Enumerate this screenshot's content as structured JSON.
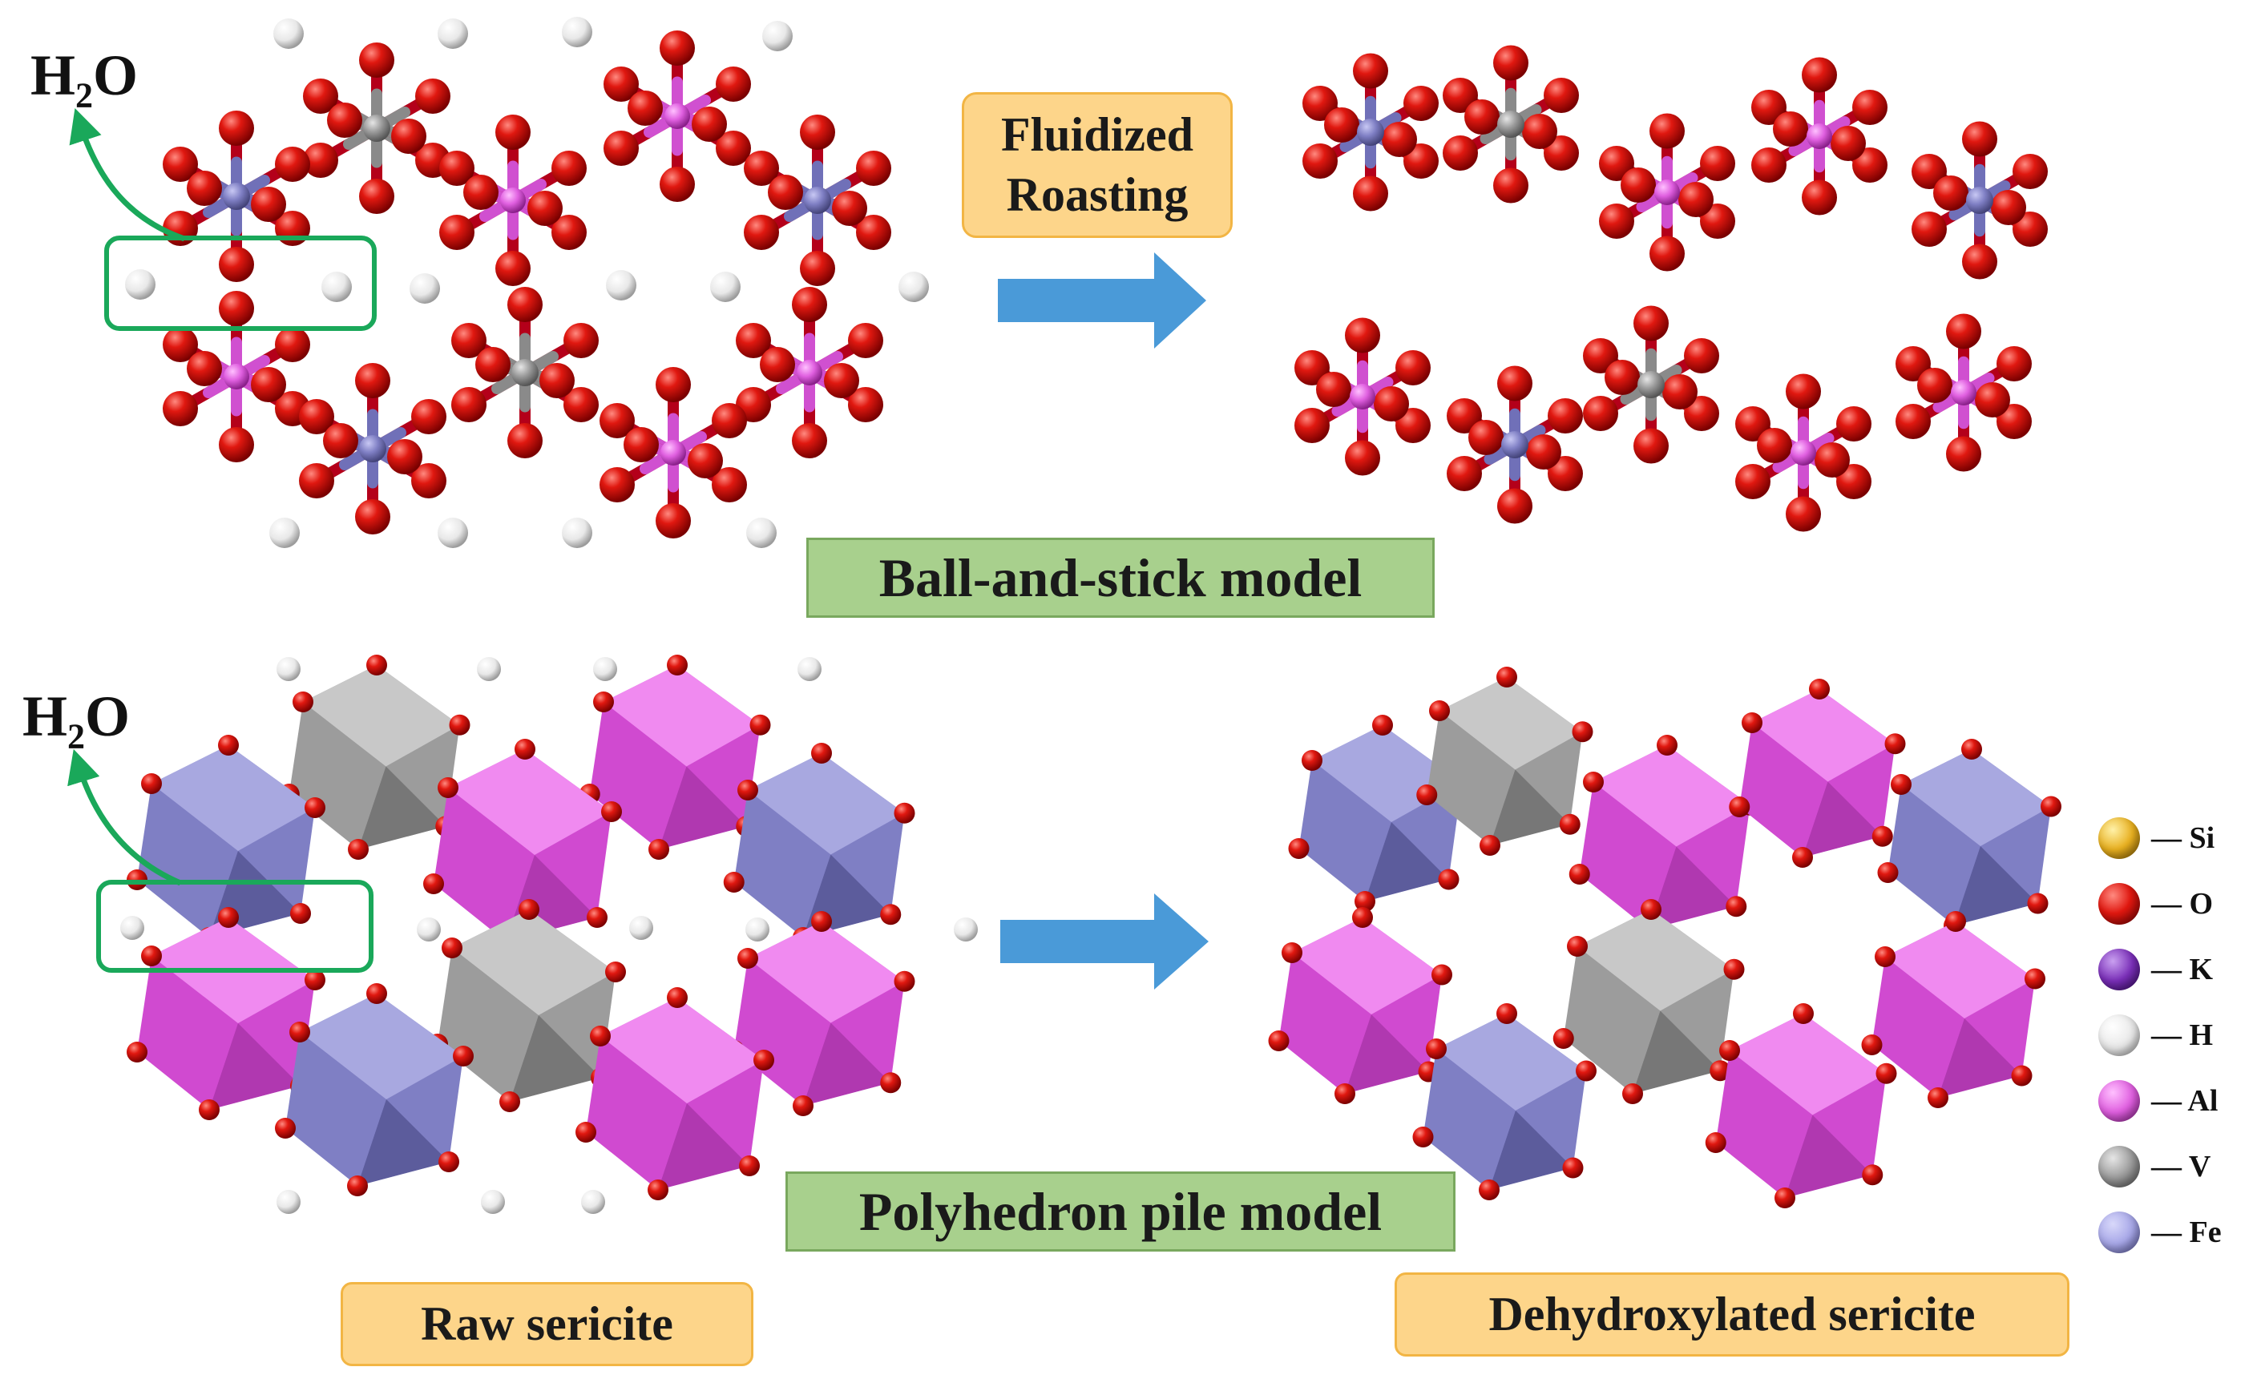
{
  "labels": {
    "h2o_top": "H2O",
    "h2o_bottom": "H2O",
    "fluidized": "Fluidized",
    "roasting": "Roasting",
    "ball_stick": "Ball-and-stick model",
    "polyhedron": "Polyhedron pile model",
    "raw": "Raw sericite",
    "dehydroxylated": "Dehydroxylated sericite"
  },
  "legend": [
    {
      "symbol": "Si",
      "text": "— Si",
      "color": "#e8b020"
    },
    {
      "symbol": "O",
      "text": "— O",
      "color": "#d8100c"
    },
    {
      "symbol": "K",
      "text": "— K",
      "color": "#7a2fb8"
    },
    {
      "symbol": "H",
      "text": "— H",
      "color": "#f0f0f0"
    },
    {
      "symbol": "Al",
      "text": "— Al",
      "color": "#e050e0"
    },
    {
      "symbol": "V",
      "text": "— V",
      "color": "#9a9a9a"
    },
    {
      "symbol": "Fe",
      "text": "— Fe",
      "color": "#a8a8e8"
    }
  ],
  "colors": {
    "oxygen": "#d8100c",
    "hydrogen": "#f2f2f2",
    "aluminum": "#e060e0",
    "vanadium": "#8c8c8c",
    "iron": "#7f7fc4",
    "arrow": "#4a9ad8",
    "highlight": "#1aa85a"
  }
}
